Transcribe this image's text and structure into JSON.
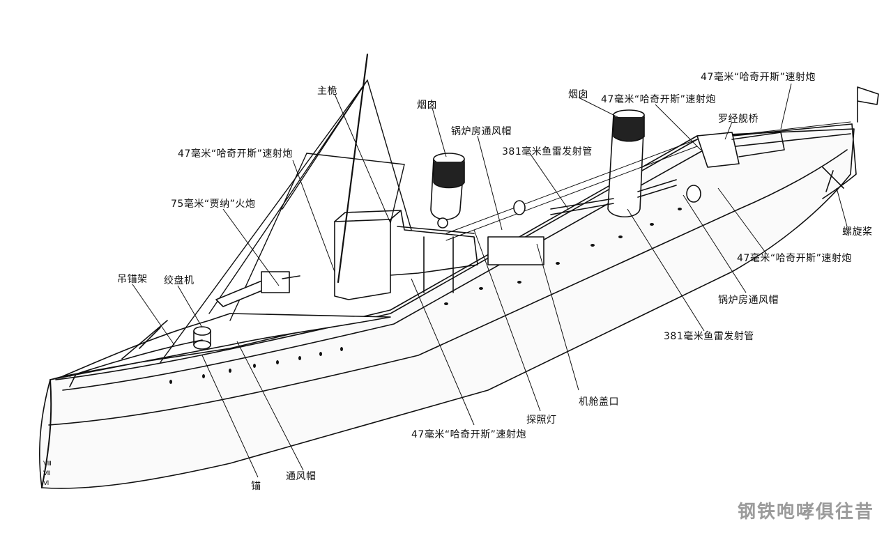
{
  "labels": {
    "mainmast": "主桅",
    "funnel_fwd": "烟囱",
    "boiler_vent_top": "锅炉房通风帽",
    "torpedo_tube_top": "381毫米鱼雷发射管",
    "funnel_aft": "烟囱",
    "gun47_mid_top": "47毫米“哈奇开斯”速射炮",
    "gun47_aft_top": "47毫米“哈奇开斯”速射炮",
    "compass_bridge": "罗经舰桥",
    "gun47_fwd": "47毫米“哈奇开斯”速射炮",
    "gun75": "75毫米“贾纳”火炮",
    "anchor_davit": "吊锚架",
    "capstan": "绞盘机",
    "propeller": "螺旋桨",
    "gun47_right": "47毫米“哈奇开斯”速射炮",
    "boiler_vent_right": "锅炉房通风帽",
    "torpedo_tube_right": "381毫米鱼雷发射管",
    "engine_hatch": "机舱盖口",
    "searchlight": "探照灯",
    "gun47_bottom": "47毫米“哈奇开斯”速射炮",
    "ventilator": "通风帽",
    "anchor": "锚"
  },
  "watermark": "钢铁咆哮俱往昔",
  "hull_marks": [
    "Ⅷ",
    "Ⅶ",
    "Ⅵ"
  ]
}
